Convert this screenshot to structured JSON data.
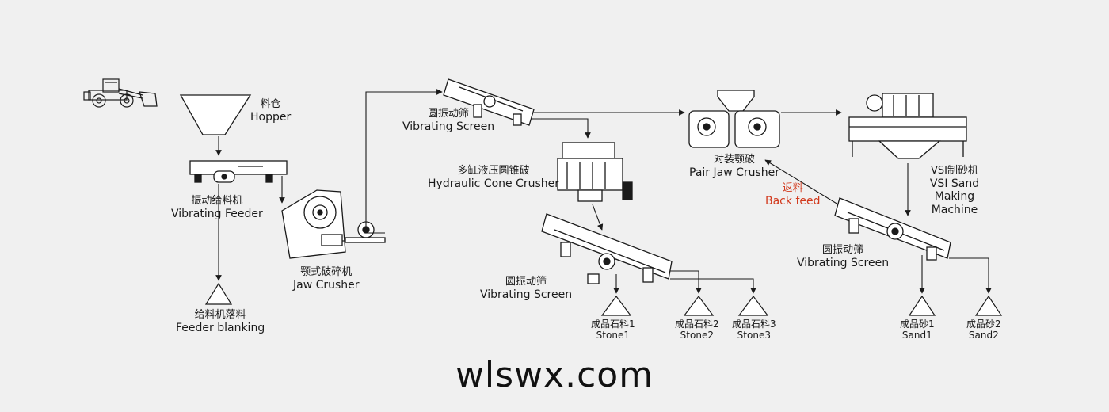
{
  "labels": {
    "hopper": {
      "zh": "料仓",
      "en": "Hopper"
    },
    "vibrating_feeder": {
      "zh": "振动给料机",
      "en": "Vibrating Feeder"
    },
    "feeder_blanking": {
      "zh": "给料机落料",
      "en": "Feeder blanking"
    },
    "jaw_crusher": {
      "zh": "颚式破碎机",
      "en": "Jaw Crusher"
    },
    "vibrating_screen_1": {
      "zh": "圆振动筛",
      "en": "Vibrating Screen"
    },
    "cone_crusher": {
      "zh": "多缸液压圆锥破",
      "en": "Hydraulic Cone Crusher"
    },
    "vibrating_screen_2": {
      "zh": "圆振动筛",
      "en": "Vibrating Screen"
    },
    "stone1": {
      "zh": "成品石料1",
      "en": "Stone1"
    },
    "stone2": {
      "zh": "成品石料2",
      "en": "Stone2"
    },
    "stone3": {
      "zh": "成品石料3",
      "en": "Stone3"
    },
    "pair_jaw_crusher": {
      "zh": "对装颚破",
      "en": "Pair Jaw Crusher"
    },
    "back_feed": {
      "zh": "返料",
      "en": "Back feed"
    },
    "vsi": {
      "zh": "VSI制砂机",
      "en": "VSI Sand Making Machine"
    },
    "vibrating_screen_3": {
      "zh": "圆振动筛",
      "en": "Vibrating Screen"
    },
    "sand1": {
      "zh": "成品砂1",
      "en": "Sand1"
    },
    "sand2": {
      "zh": "成品砂2",
      "en": "Sand2"
    }
  },
  "watermark": "wlswx.com",
  "colors": {
    "line": "#1a1a1a",
    "background": "#f0f0f0",
    "back_feed": "#d23a1e"
  }
}
